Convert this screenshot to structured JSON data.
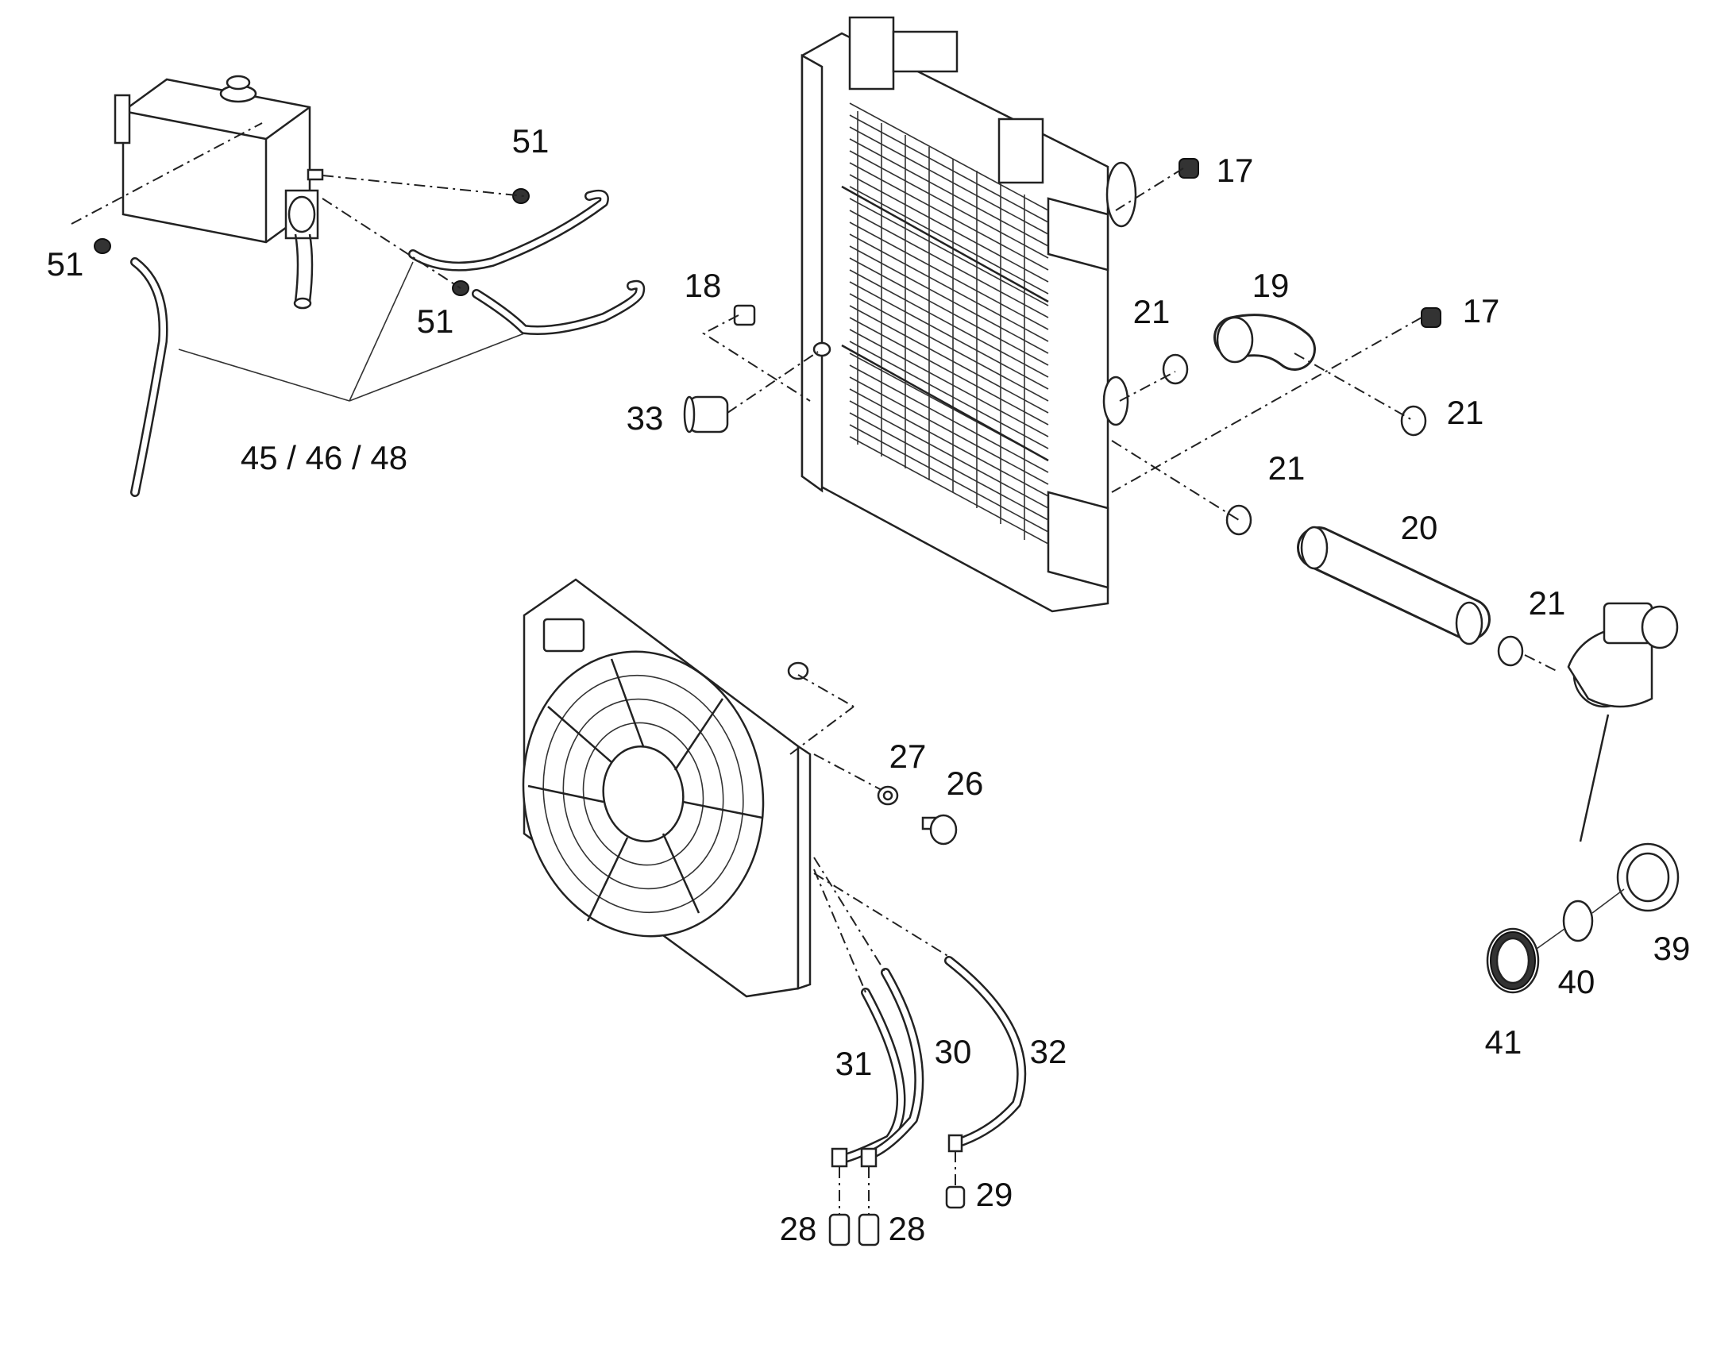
{
  "diagram": {
    "callouts": [
      {
        "id": "c51a",
        "text": "51"
      },
      {
        "id": "c51b",
        "text": "51"
      },
      {
        "id": "c51c",
        "text": "51"
      },
      {
        "id": "c454648",
        "text": "45 / 46 / 48"
      },
      {
        "id": "c18",
        "text": "18"
      },
      {
        "id": "c33",
        "text": "33"
      },
      {
        "id": "c17a",
        "text": "17"
      },
      {
        "id": "c17b",
        "text": "17"
      },
      {
        "id": "c19",
        "text": "19"
      },
      {
        "id": "c21a",
        "text": "21"
      },
      {
        "id": "c21b",
        "text": "21"
      },
      {
        "id": "c21c",
        "text": "21"
      },
      {
        "id": "c21d",
        "text": "21"
      },
      {
        "id": "c20",
        "text": "20"
      },
      {
        "id": "c27",
        "text": "27"
      },
      {
        "id": "c26",
        "text": "26"
      },
      {
        "id": "c31",
        "text": "31"
      },
      {
        "id": "c30",
        "text": "30"
      },
      {
        "id": "c32",
        "text": "32"
      },
      {
        "id": "c29",
        "text": "29"
      },
      {
        "id": "c28a",
        "text": "28"
      },
      {
        "id": "c28b",
        "text": "28"
      },
      {
        "id": "c39",
        "text": "39"
      },
      {
        "id": "c40",
        "text": "40"
      },
      {
        "id": "c41",
        "text": "41"
      }
    ]
  }
}
